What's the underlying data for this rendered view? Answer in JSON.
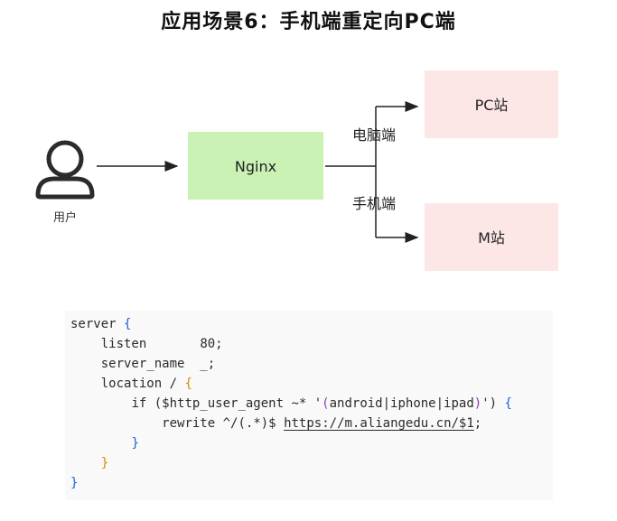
{
  "title": "应用场景6：手机端重定向PC端",
  "diagram": {
    "user_label": "用户",
    "nginx_label": "Nginx",
    "pc_site_label": "PC站",
    "mobile_site_label": "M站",
    "pc_edge_label": "电脑端",
    "mobile_edge_label": "手机端"
  },
  "colors": {
    "nginx_fill": "#c9f2b4",
    "site_fill": "#fde6e6",
    "code_bg": "#f9f9f9",
    "brace_blue": "#1f5fd6",
    "brace_orange": "#d98a00",
    "brace_purple": "#8a3fb0"
  },
  "icons": [
    "user-icon",
    "arrow-icon"
  ],
  "code": {
    "server_kw": "server",
    "listen_kw": "listen",
    "listen_value": "80;",
    "server_name_kw": "server_name",
    "server_name_value": "_;",
    "location_kw": "location /",
    "if_kw": "if",
    "if_condition_a": " ($http_user_agent ~* '",
    "if_condition_b": "android|iphone|ipad",
    "if_condition_c": "')",
    "rewrite_kw": "rewrite",
    "rewrite_pattern": "^/(.*)$",
    "rewrite_url": "https://m.aliangedu.cn/$1",
    "rewrite_end": ";"
  }
}
